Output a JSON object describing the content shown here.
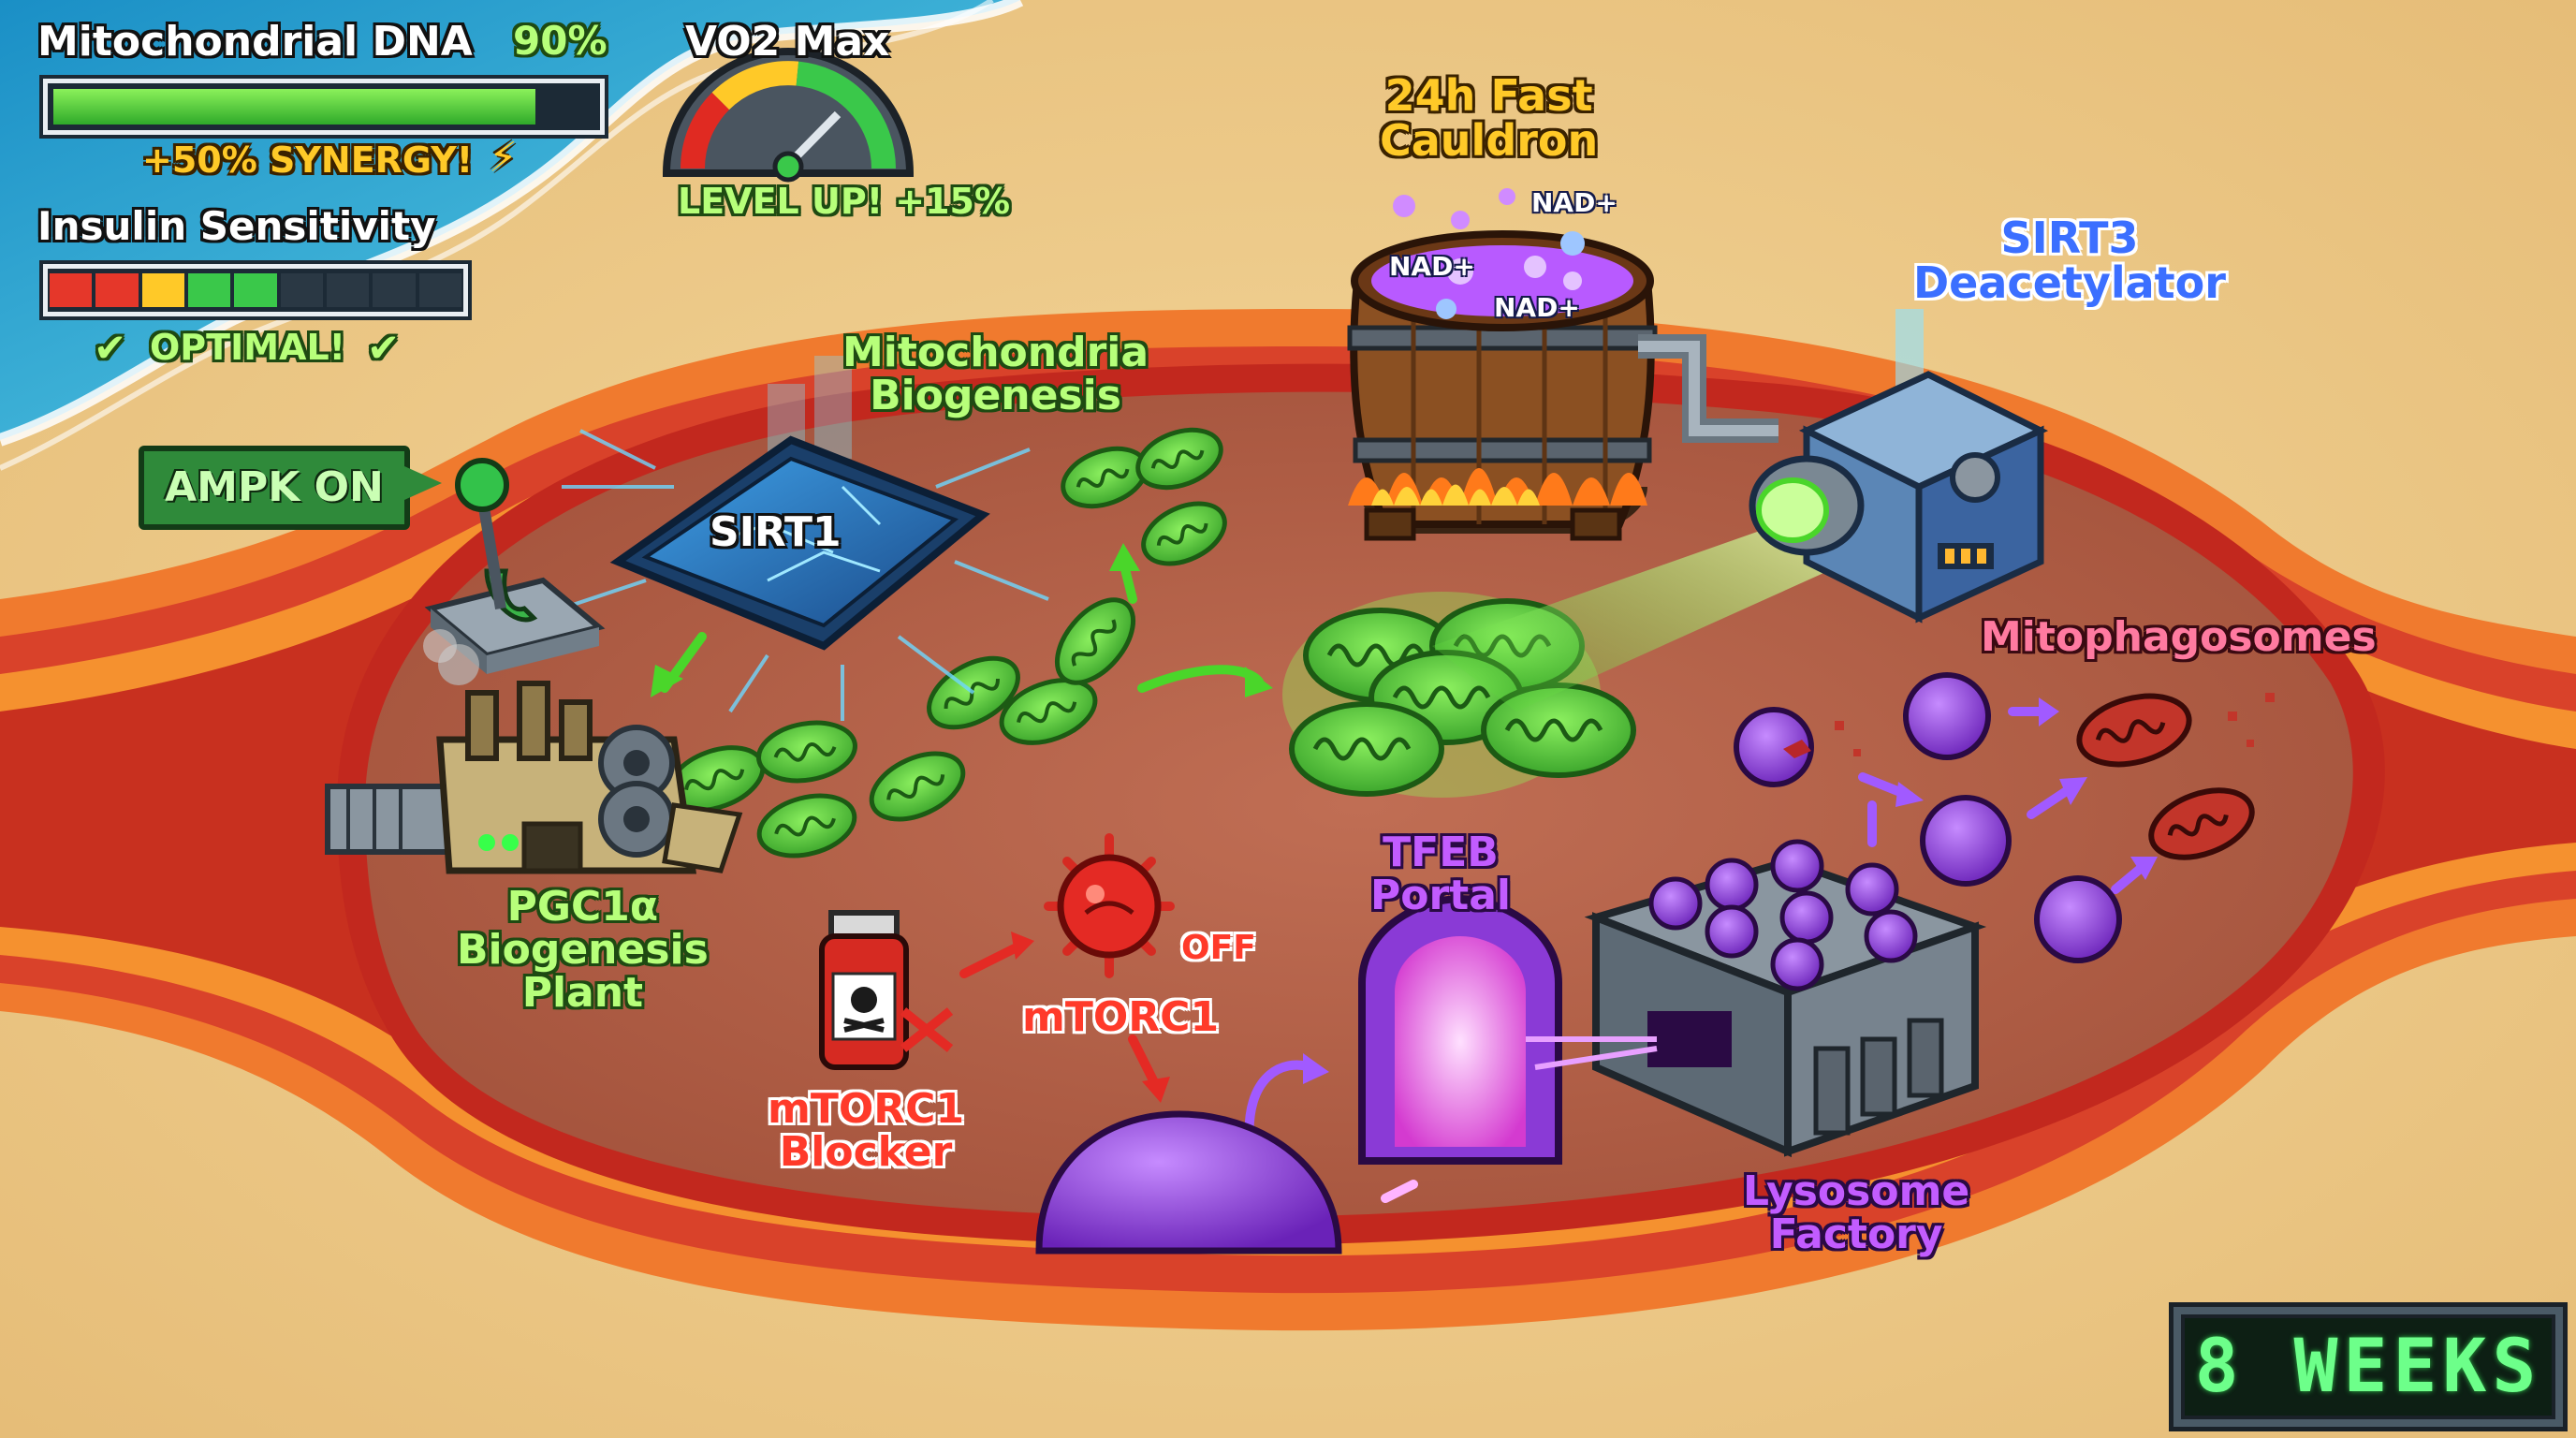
{
  "hud": {
    "mito_dna": {
      "label": "Mitochondrial DNA",
      "value_text": "90%",
      "fill": 0.9,
      "bonus": "+50% SYNERGY!"
    },
    "vo2": {
      "label": "VO2 Max",
      "bonus": "LEVEL UP! +15%"
    },
    "insulin": {
      "label": "Insulin Sensitivity",
      "status": "OPTIMAL!",
      "segments": 9,
      "filled_segments": 5
    },
    "duration": "8 WEEKS"
  },
  "controls": {
    "ampk": "AMPK ON"
  },
  "nodes": {
    "sirt1": "SIRT1",
    "mito_biogenesis": {
      "line1": "Mitochondria",
      "line2": "Biogenesis"
    },
    "cauldron": {
      "line1": "24h Fast",
      "line2": "Cauldron"
    },
    "nad_tags": [
      "NAD+",
      "NAD+",
      "NAD+"
    ],
    "sirt3": {
      "line1": "SIRT3",
      "line2": "Deacetylator"
    },
    "mitophagosomes": "Mitophagosomes",
    "pgc1a": {
      "line1": "PGC1α",
      "line2": "Biogenesis",
      "line3": "Plant"
    },
    "mtorc1": "mTORC1",
    "mtorc1_state": "OFF",
    "mtorc1_blocker": {
      "line1": "mTORC1",
      "line2": "Blocker"
    },
    "tfeb": {
      "line1": "TFEB",
      "line2": "Portal"
    },
    "lysosome": {
      "line1": "Lysosome",
      "line2": "Factory"
    }
  },
  "colors": {
    "sand": "#ecc98a",
    "membrane": "#e2562a",
    "cytoplasm": "#b8654a",
    "mito_green": "#6fd64a",
    "lysosome_purple": "#9b45e6",
    "accent_red": "#e02a22",
    "sirt_blue": "#2a7fd6"
  }
}
